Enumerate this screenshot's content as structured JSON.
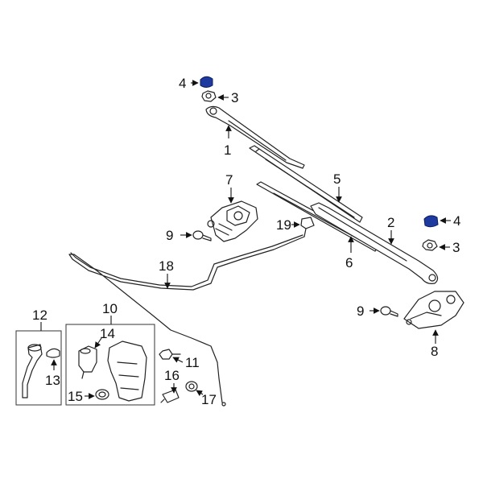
{
  "callouts": {
    "c1": "1",
    "c2": "2",
    "c3a": "3",
    "c3b": "3",
    "c4a": "4",
    "c4b": "4",
    "c5": "5",
    "c6": "6",
    "c7": "7",
    "c8": "8",
    "c9a": "9",
    "c9b": "9",
    "c10": "10",
    "c11": "11",
    "c12": "12",
    "c13": "13",
    "c14": "14",
    "c15": "15",
    "c16": "16",
    "c17": "17",
    "c18": "18",
    "c19": "19"
  },
  "colors": {
    "highlight": "#1f3a9e",
    "line": "#222222",
    "background": "#ffffff"
  }
}
